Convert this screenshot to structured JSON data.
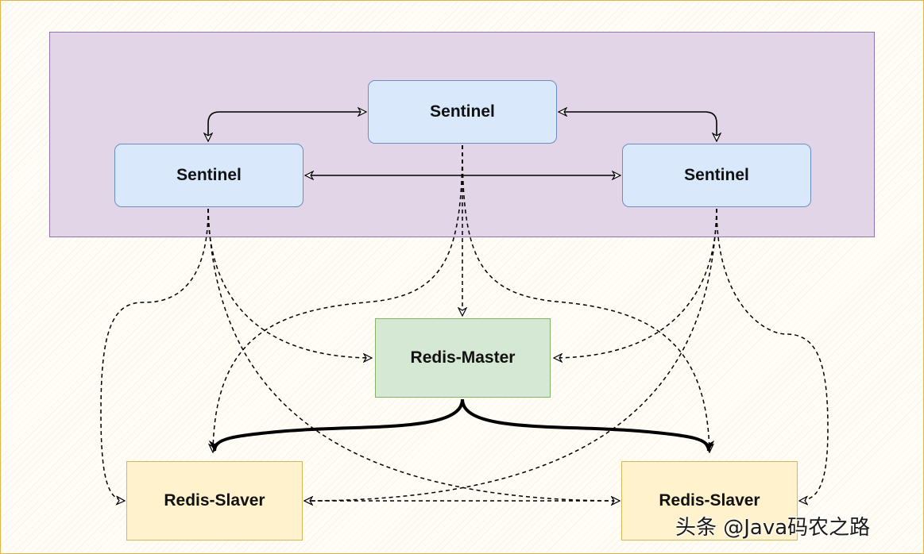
{
  "cluster": {
    "sentinel_top": "Sentinel",
    "sentinel_left": "Sentinel",
    "sentinel_right": "Sentinel"
  },
  "master": {
    "label": "Redis-Master"
  },
  "slaves": {
    "left": "Redis-Slaver",
    "right": "Redis-Slaver"
  },
  "watermark": "头条 @Java码农之路",
  "colors": {
    "sentinel_fill": "#dae8fc",
    "sentinel_stroke": "#6c8ebf",
    "cluster_fill": "#e1d5e7",
    "cluster_stroke": "#9673a6",
    "master_fill": "#d5e8d4",
    "master_stroke": "#82b366",
    "slave_fill": "#fff2cc",
    "slave_stroke": "#d6b656"
  }
}
